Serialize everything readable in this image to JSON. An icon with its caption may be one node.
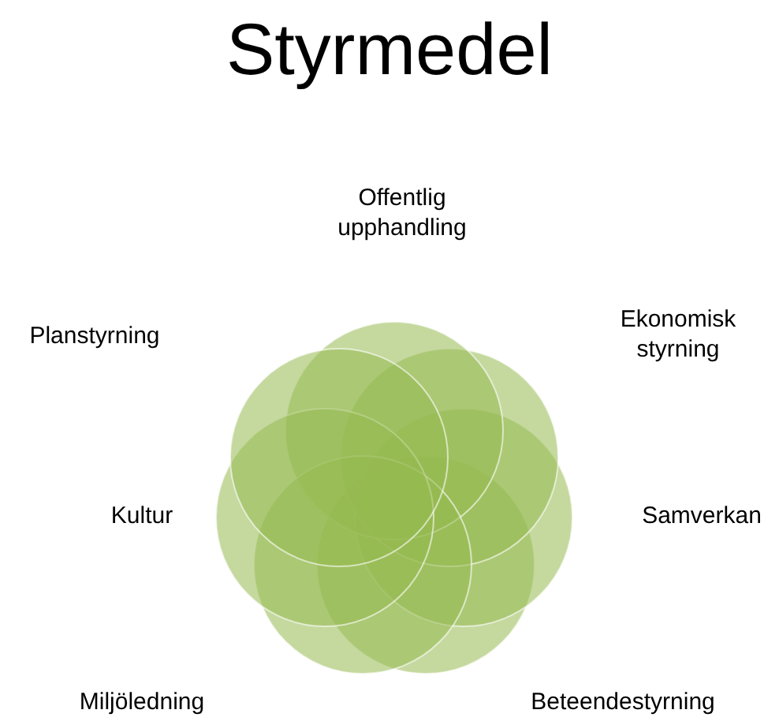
{
  "diagram": {
    "title": "Styrmedel",
    "nodes": [
      {
        "text": [],
        "shape": "circle",
        "beside": [
          "Offentlig upphandling"
        ]
      },
      {
        "text": [],
        "shape": "circle",
        "beside": [
          "Planstyrning"
        ]
      },
      {
        "text": [],
        "shape": "circle",
        "beside": [
          "Ekonomisk styrning"
        ]
      },
      {
        "text": [],
        "shape": "circle",
        "beside": [
          "Kultur"
        ]
      },
      {
        "text": [],
        "shape": "circle",
        "beside": [
          "Samverkan"
        ]
      },
      {
        "text": [],
        "shape": "circle",
        "beside": [
          "Miljöledning"
        ]
      },
      {
        "text": [],
        "shape": "circle",
        "beside": [
          "Beteendestyrning"
        ]
      }
    ],
    "edges": []
  }
}
